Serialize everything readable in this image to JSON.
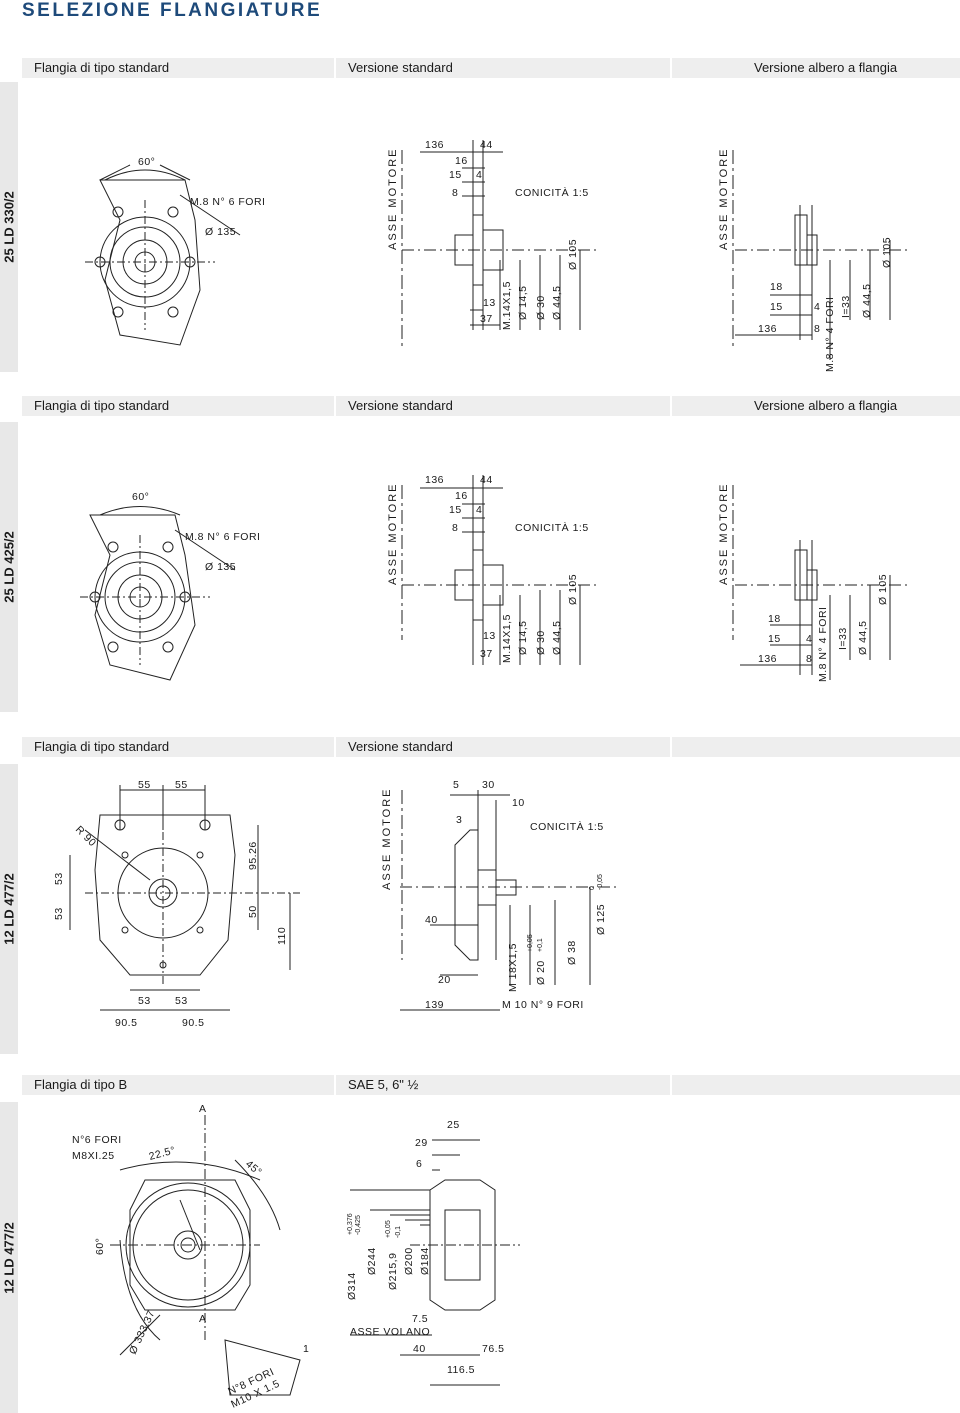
{
  "page": {
    "title": "SELEZIONE FLANGIATURE"
  },
  "sections": [
    {
      "model": "25 LD 330/2",
      "headers": [
        "Flangia di tipo standard",
        "Versione standard",
        "Versione albero a flangia"
      ],
      "flange": {
        "angle": "60°",
        "holes": "M.8 N° 6 FORI",
        "diameter": "Ø 135"
      },
      "std": {
        "asse": "ASSE MOTORE",
        "conicita": "CONICITÀ 1:5",
        "top": [
          "136",
          "44",
          "16",
          "15",
          "4",
          "8"
        ],
        "bottom": [
          "13",
          "37"
        ],
        "diams": [
          "M.14X1,5",
          "Ø 14,5",
          "Ø 30",
          "Ø 44,5",
          "Ø 105"
        ]
      },
      "shaft": {
        "asse": "ASSE MOTORE",
        "dims": [
          "18",
          "15",
          "136",
          "4",
          "8"
        ],
        "labels": [
          "M.8 N° 4 FORI",
          "I=33",
          "Ø 44,5",
          "Ø 105"
        ]
      }
    },
    {
      "model": "25 LD 425/2",
      "headers": [
        "Flangia di tipo standard",
        "Versione standard",
        "Versione albero a flangia"
      ],
      "flange": {
        "angle": "60°",
        "holes": "M.8 N° 6 FORI",
        "diameter": "Ø 135"
      },
      "std": {
        "asse": "ASSE MOTORE",
        "conicita": "CONICITÀ 1:5",
        "top": [
          "136",
          "44",
          "16",
          "15",
          "4",
          "8"
        ],
        "bottom": [
          "13",
          "37"
        ],
        "diams": [
          "M.14X1,5",
          "Ø 14,5",
          "Ø 30",
          "Ø 44,5",
          "Ø 105"
        ]
      },
      "shaft": {
        "asse": "ASSE MOTORE",
        "dims": [
          "18",
          "15",
          "136",
          "4",
          "8"
        ],
        "labels": [
          "M.8 N° 4 FORI",
          "I=33",
          "Ø 44,5",
          "Ø 105"
        ]
      }
    },
    {
      "model": "12 LD 477/2",
      "headers": [
        "Flangia di tipo standard",
        "Versione standard"
      ],
      "flange": {
        "top": [
          "55",
          "55"
        ],
        "radius": "R 90",
        "left": [
          "53",
          "53"
        ],
        "right": [
          "95.26",
          "50",
          "110"
        ],
        "bottom": [
          "53",
          "53"
        ],
        "bottom2": [
          "90.5",
          "90.5"
        ]
      },
      "std": {
        "asse": "ASSE MOTORE",
        "conicita": "CONICITÀ 1:5",
        "top": [
          "5",
          "30",
          "10",
          "3"
        ],
        "left": [
          "40",
          "20",
          "139"
        ],
        "diams": [
          "M 18X1,5",
          "Ø 20",
          "Ø 38",
          "Ø 125"
        ],
        "tol20": [
          "+0,05",
          "+0,1"
        ],
        "tol125": [
          "0",
          "-0,05"
        ],
        "holes": "M 10 N° 9 FORI"
      }
    },
    {
      "model": "12 LD 477/2",
      "headers": [
        "Flangia di tipo B",
        "SAE 5, 6\" ½"
      ],
      "flange": {
        "section": "A",
        "holes": "N°6 FORI",
        "thread": "M8XI.25",
        "angle1": "22.5°",
        "angle2": "45°",
        "angle3": "60°",
        "diameter": "Ø 333.37",
        "holes2": "N°8 FORI",
        "thread2": "M10 X 1.5",
        "one": "1"
      },
      "sae": {
        "dims": [
          "25",
          "29",
          "6",
          "7.5",
          "40",
          "76.5",
          "116.5"
        ],
        "asse": "ASSE VOLANO",
        "diams": [
          "Ø314",
          "Ø244",
          "Ø215,9",
          "Ø200",
          "Ø184"
        ],
        "tol314": [
          "+0,376",
          "-0,425"
        ],
        "tol215": [
          "+0,05",
          "-0,1"
        ]
      }
    }
  ],
  "colors": {
    "title": "#1e4a7a",
    "header_bg": "#eeeeee",
    "side_bg": "#e8e8e8"
  }
}
